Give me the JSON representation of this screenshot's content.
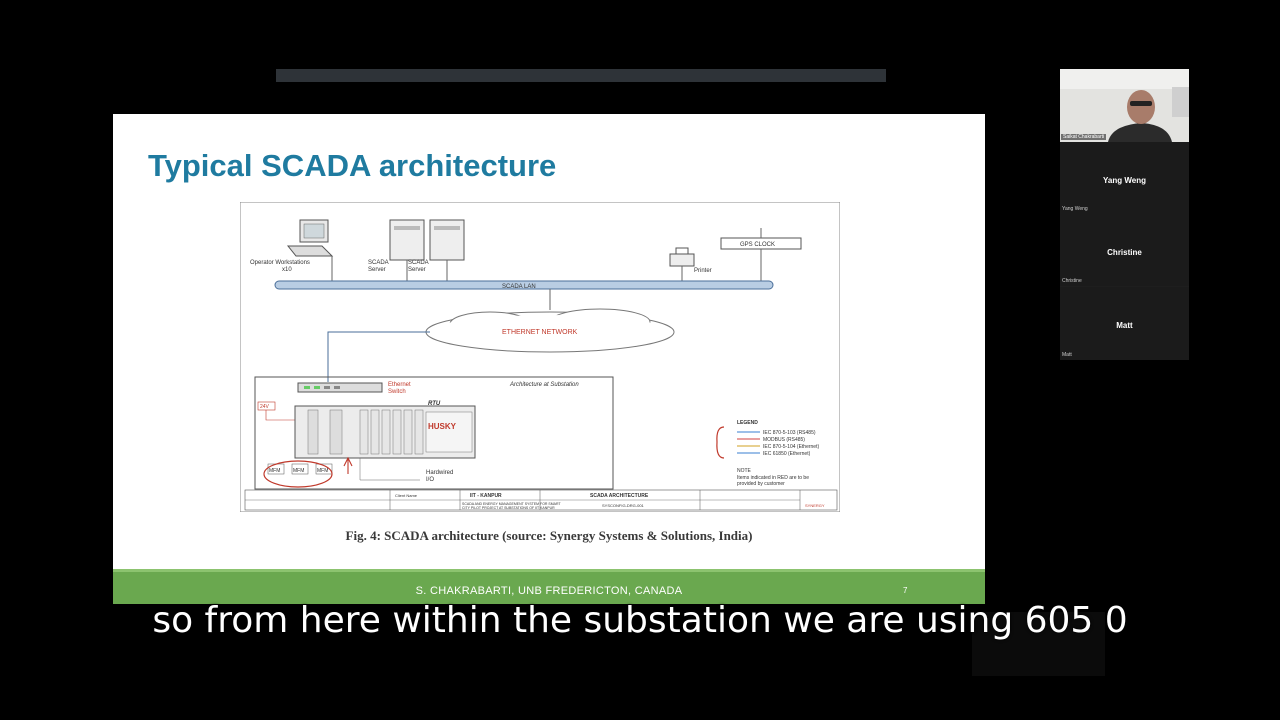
{
  "slide": {
    "title": "Typical SCADA architecture",
    "caption": "Fig. 4: SCADA architecture (source: Synergy Systems & Solutions, India)",
    "footer": "S. CHAKRABARTI, UNB FREDERICTON, CANADA",
    "page_number": "7",
    "diagram": {
      "operator_ws": "Operator Workstations",
      "operator_count": "x10",
      "scada_server": "SCADA",
      "server_word": "Server",
      "printer": "Printer",
      "gps_clock": "GPS CLOCK",
      "scada_lan": "SCADA LAN",
      "ethernet_network": "ETHERNET NETWORK",
      "ethernet_switch_1": "Ethernet",
      "ethernet_switch_2": "Switch",
      "arch_substation": "Architecture at Substation",
      "rtu": "RTU",
      "husky": "HUSKY",
      "v24": "24V",
      "mfm": "MFM",
      "hardwired_1": "Hardwired",
      "hardwired_2": "I/O",
      "legend_title": "LEGEND",
      "legend": [
        {
          "label": "IEC 870-5-103 (RS485)",
          "color": "#3a7fd0"
        },
        {
          "label": "MODBUS (RS485)",
          "color": "#d04040"
        },
        {
          "label": "IEC 870-5-104 (Ethernet)",
          "color": "#d0a020"
        },
        {
          "label": "IEC 61850 (Ethernet)",
          "color": "#3a7fd0"
        }
      ],
      "note_title": "NOTE",
      "note_1": "Items indicated in RED are to be",
      "note_2": "provided by customer",
      "tb_client": "Client Name",
      "tb_client_value": "IIT - KANPUR",
      "tb_scada_arch": "SCADA ARCHITECTURE",
      "tb_project_line1": "SCADA AND ENERGY MANAGEMENT SYSTEM FOR SMART",
      "tb_project_line2": "CITY PILOT PROJECT AT SUBSTATIONS OF IIT KANPUR",
      "tb_drg_no": "SYSCONFIG-DRG-001",
      "tb_synergy": "SYNERGY"
    }
  },
  "participants": [
    {
      "name": "Saikat Chakrabarti",
      "video": true
    },
    {
      "name": "Yang Weng",
      "video": false
    },
    {
      "name": "Christine",
      "video": false
    },
    {
      "name": "Matt",
      "video": false
    }
  ],
  "subtitle": "so from here within the substation we are using 605 0"
}
